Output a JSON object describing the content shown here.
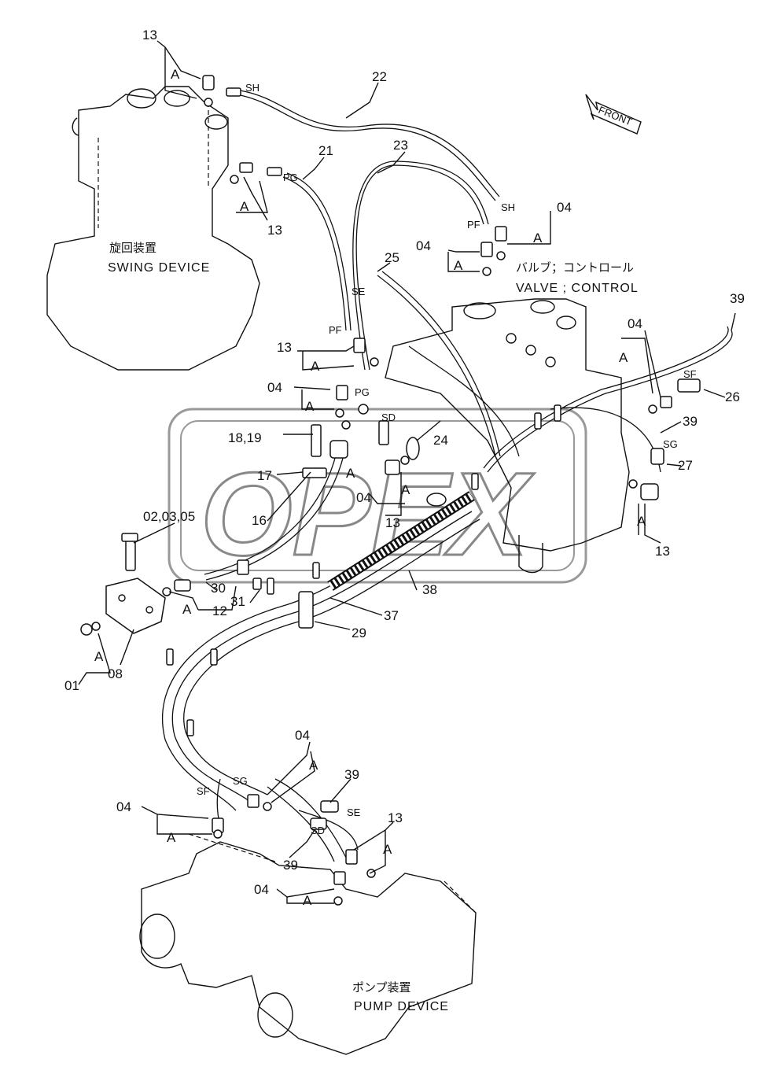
{
  "labels": {
    "part_13": "13",
    "part_22": "22",
    "part_21": "21",
    "part_23": "23",
    "part_25": "25",
    "part_04": "04",
    "part_39": "39",
    "part_26": "26",
    "part_27": "27",
    "part_24": "24",
    "part_16": "16",
    "part_17": "17",
    "part_18_19": "18,19",
    "part_02_03_05": "02,03,05",
    "part_12": "12",
    "part_30": "30",
    "part_31": "31",
    "part_38": "38",
    "part_37": "37",
    "part_29": "29",
    "part_08": "08",
    "part_01": "01",
    "mark_a": "A",
    "port_sh": "SH",
    "port_pg": "PG",
    "port_pf": "PF",
    "port_se": "SE",
    "port_sd": "SD",
    "port_sf": "SF",
    "port_sg": "SG"
  },
  "devices": {
    "swing_jp": "旋回装置",
    "swing_en": "SWING DEVICE",
    "valve_jp": "バルブ；コントロール",
    "valve_en": "VALVE ; CONTROL",
    "pump_jp": "ポンプ装置",
    "pump_en": "PUMP DEVICE"
  },
  "front_arrow": "FRONT",
  "watermark": "OPEX"
}
